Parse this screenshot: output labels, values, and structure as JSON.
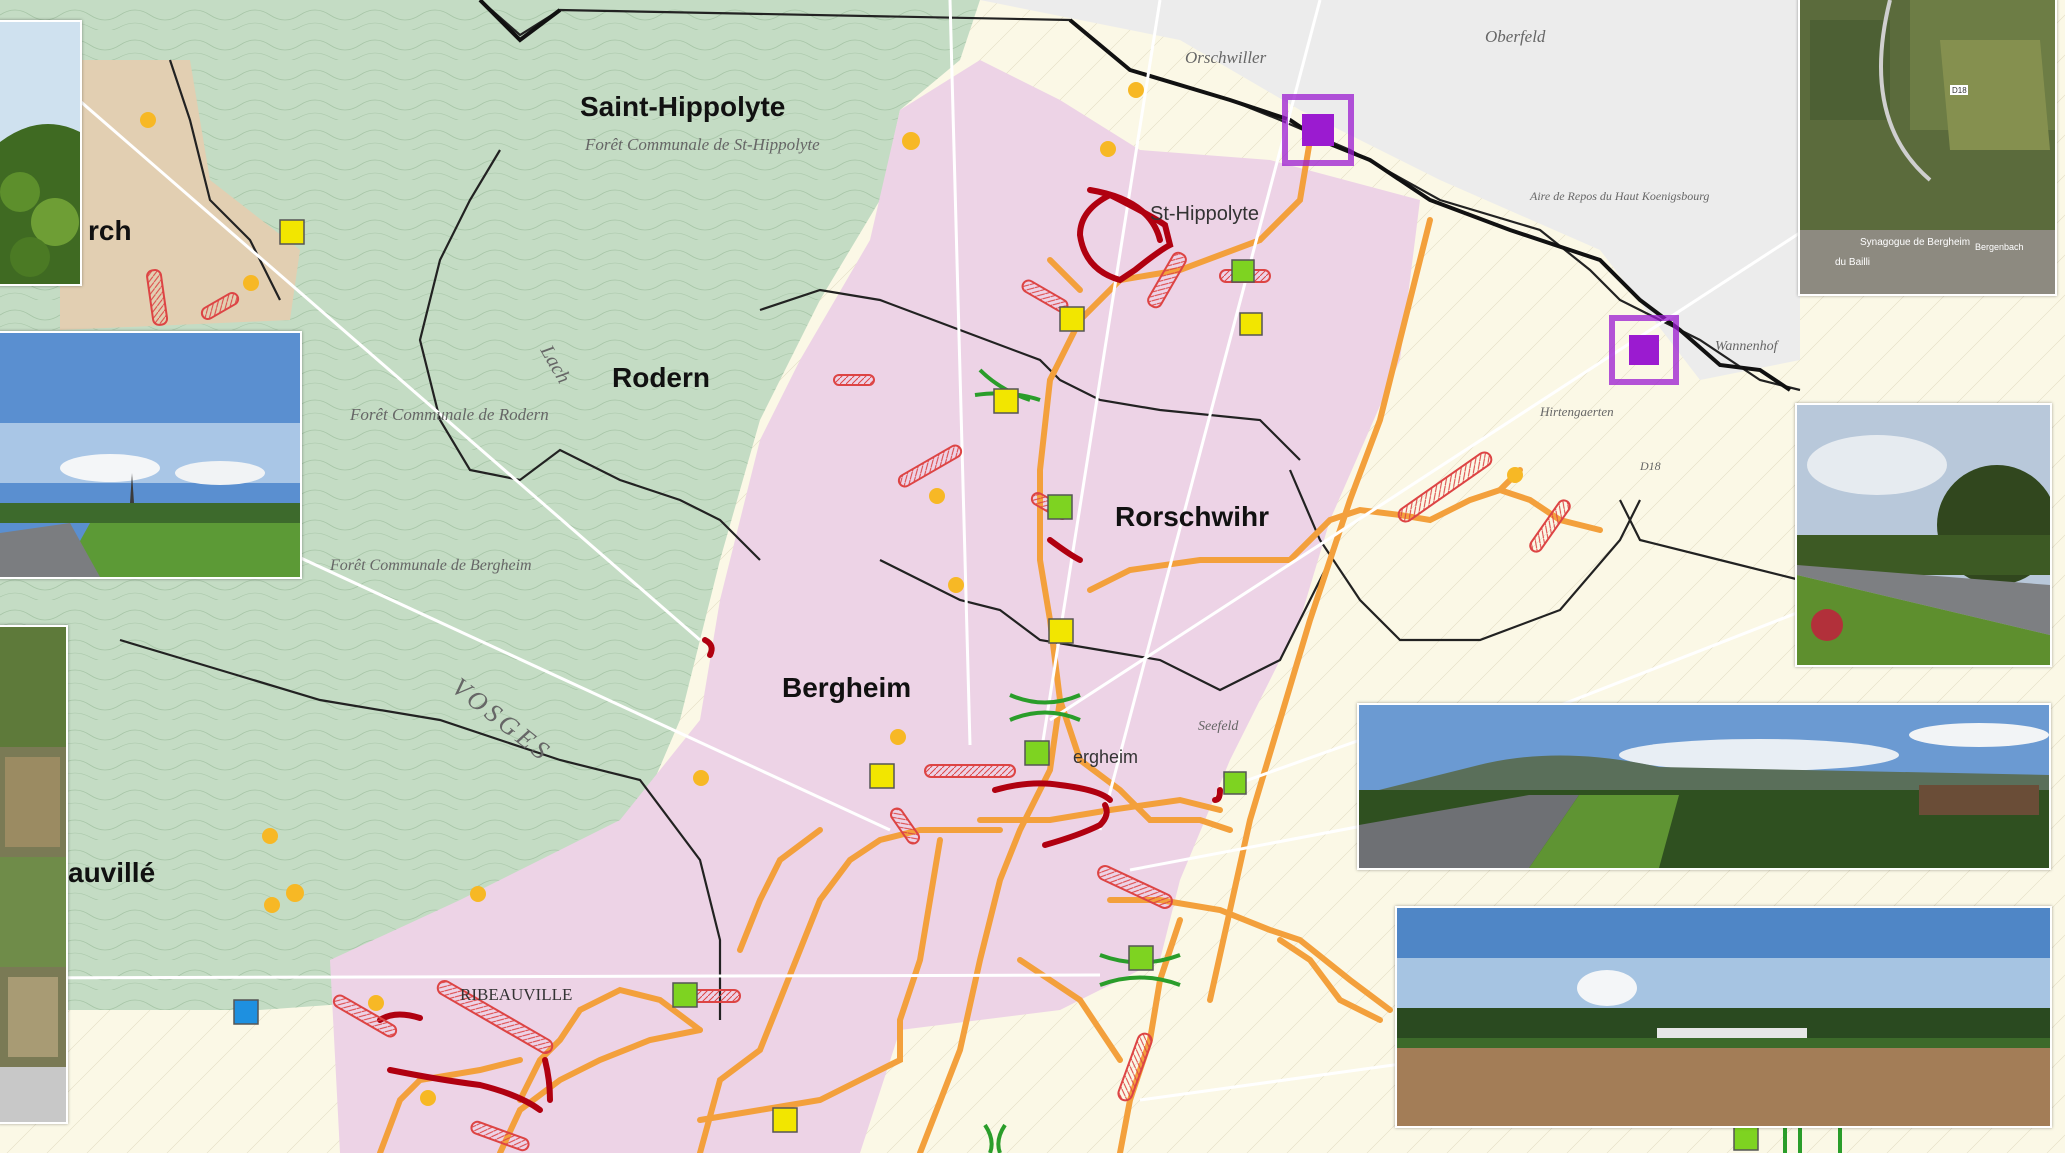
{
  "places": {
    "saint_hippolyte": "Saint-Hippolyte",
    "rodern": "Rodern",
    "rorschwihr": "Rorschwihr",
    "bergheim": "Bergheim",
    "ribeauville_partial": "auvillé",
    "kirch_partial": "rch",
    "st_hippolyte_town": "St-Hippolyte",
    "bergheim_town": "ergheim",
    "ribeauville_town": "RIBEAUVILLE",
    "orschwiller": "Orschwiller",
    "oberfeld": "Oberfeld",
    "hirtengaerten": "Hirtengaerten",
    "vosges": "VOSGES"
  },
  "map_text": {
    "foret_rodern": "Forêt Communale de Rodern",
    "foret_st_hippolyte": "Forêt Communale de St-Hippolyte",
    "foret_bergheim": "Forêt Communale de Bergheim",
    "seefeld": "Seefeld",
    "wannenhof": "Wannenhof",
    "aire_de_repos": "Aire de Repos du Haut Koenigsbourg",
    "lach": "Lach",
    "route_d18": "D18"
  },
  "inset_labels": {
    "synagogue": "Synagogue de Bergheim",
    "bergenbach": "Bergenbach",
    "du_bailli": "du Bailli",
    "road_d18": "D18"
  },
  "colors": {
    "forest": "#c4dcc4",
    "vineyard": "#edd3e6",
    "plain": "#fbf8e6",
    "road": "#f3a03c",
    "boundary": "#222222",
    "marker_yellow": "#f2e600",
    "marker_green": "#7ed321",
    "marker_blue": "#1e90e0",
    "marker_purple": "#9b1bd0",
    "star_orange": "#f7b825",
    "red_zone": "#b00010"
  }
}
